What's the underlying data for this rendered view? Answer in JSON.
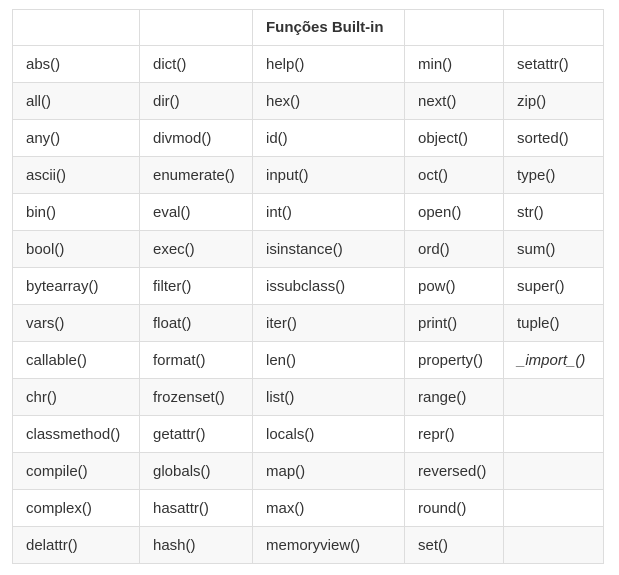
{
  "table": {
    "header": [
      "",
      "",
      "Funções Built-in",
      "",
      ""
    ],
    "rows": [
      [
        "abs()",
        "dict()",
        "help()",
        "min()",
        "setattr()"
      ],
      [
        "all()",
        "dir()",
        "hex()",
        "next()",
        "zip()"
      ],
      [
        "any()",
        "divmod()",
        "id()",
        "object()",
        "sorted()"
      ],
      [
        "ascii()",
        "enumerate()",
        "input()",
        "oct()",
        "type()"
      ],
      [
        "bin()",
        "eval()",
        "int()",
        "open()",
        "str()"
      ],
      [
        "bool()",
        "exec()",
        "isinstance()",
        "ord()",
        "sum()"
      ],
      [
        "bytearray()",
        "filter()",
        "issubclass()",
        "pow()",
        "super()"
      ],
      [
        "vars()",
        "float()",
        "iter()",
        "print()",
        "tuple()"
      ],
      [
        "callable()",
        "format()",
        "len()",
        "property()",
        "_import_()"
      ],
      [
        "chr()",
        "frozenset()",
        "list()",
        "range()",
        ""
      ],
      [
        "classmethod()",
        "getattr()",
        "locals()",
        "repr()",
        ""
      ],
      [
        "compile()",
        "globals()",
        "map()",
        "reversed()",
        ""
      ],
      [
        "complex()",
        "hasattr()",
        "max()",
        "round()",
        ""
      ],
      [
        "delattr()",
        "hash()",
        "memoryview()",
        "set()",
        ""
      ]
    ]
  }
}
